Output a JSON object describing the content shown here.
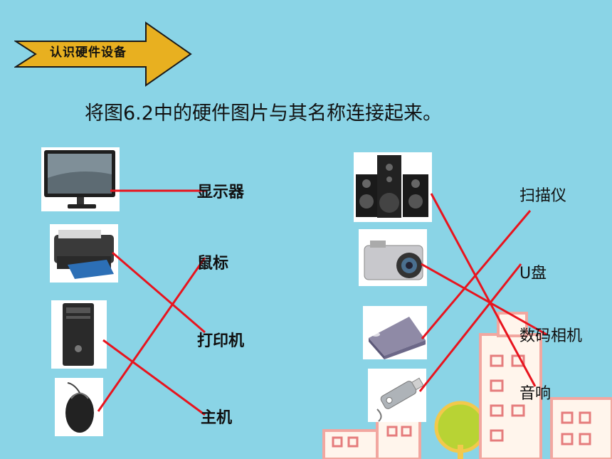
{
  "slide": {
    "banner_text": "认识硬件设备",
    "instruction": "将图6.2中的硬件图片与其名称连接起来。"
  },
  "left_labels": [
    "显示器",
    "鼠标",
    "打印机",
    "主机"
  ],
  "right_labels": [
    "扫描仪",
    "U盘",
    "数码相机",
    "音响"
  ],
  "colors": {
    "background": "#8ad4e6",
    "banner_fill": "#e8b020",
    "connector_line": "#e8141e"
  },
  "left_images": [
    "monitor-icon",
    "printer-icon",
    "pc-tower-icon",
    "mouse-icon"
  ],
  "right_images": [
    "speakers-icon",
    "digital-camera-icon",
    "scanner-icon",
    "usb-drive-icon"
  ]
}
